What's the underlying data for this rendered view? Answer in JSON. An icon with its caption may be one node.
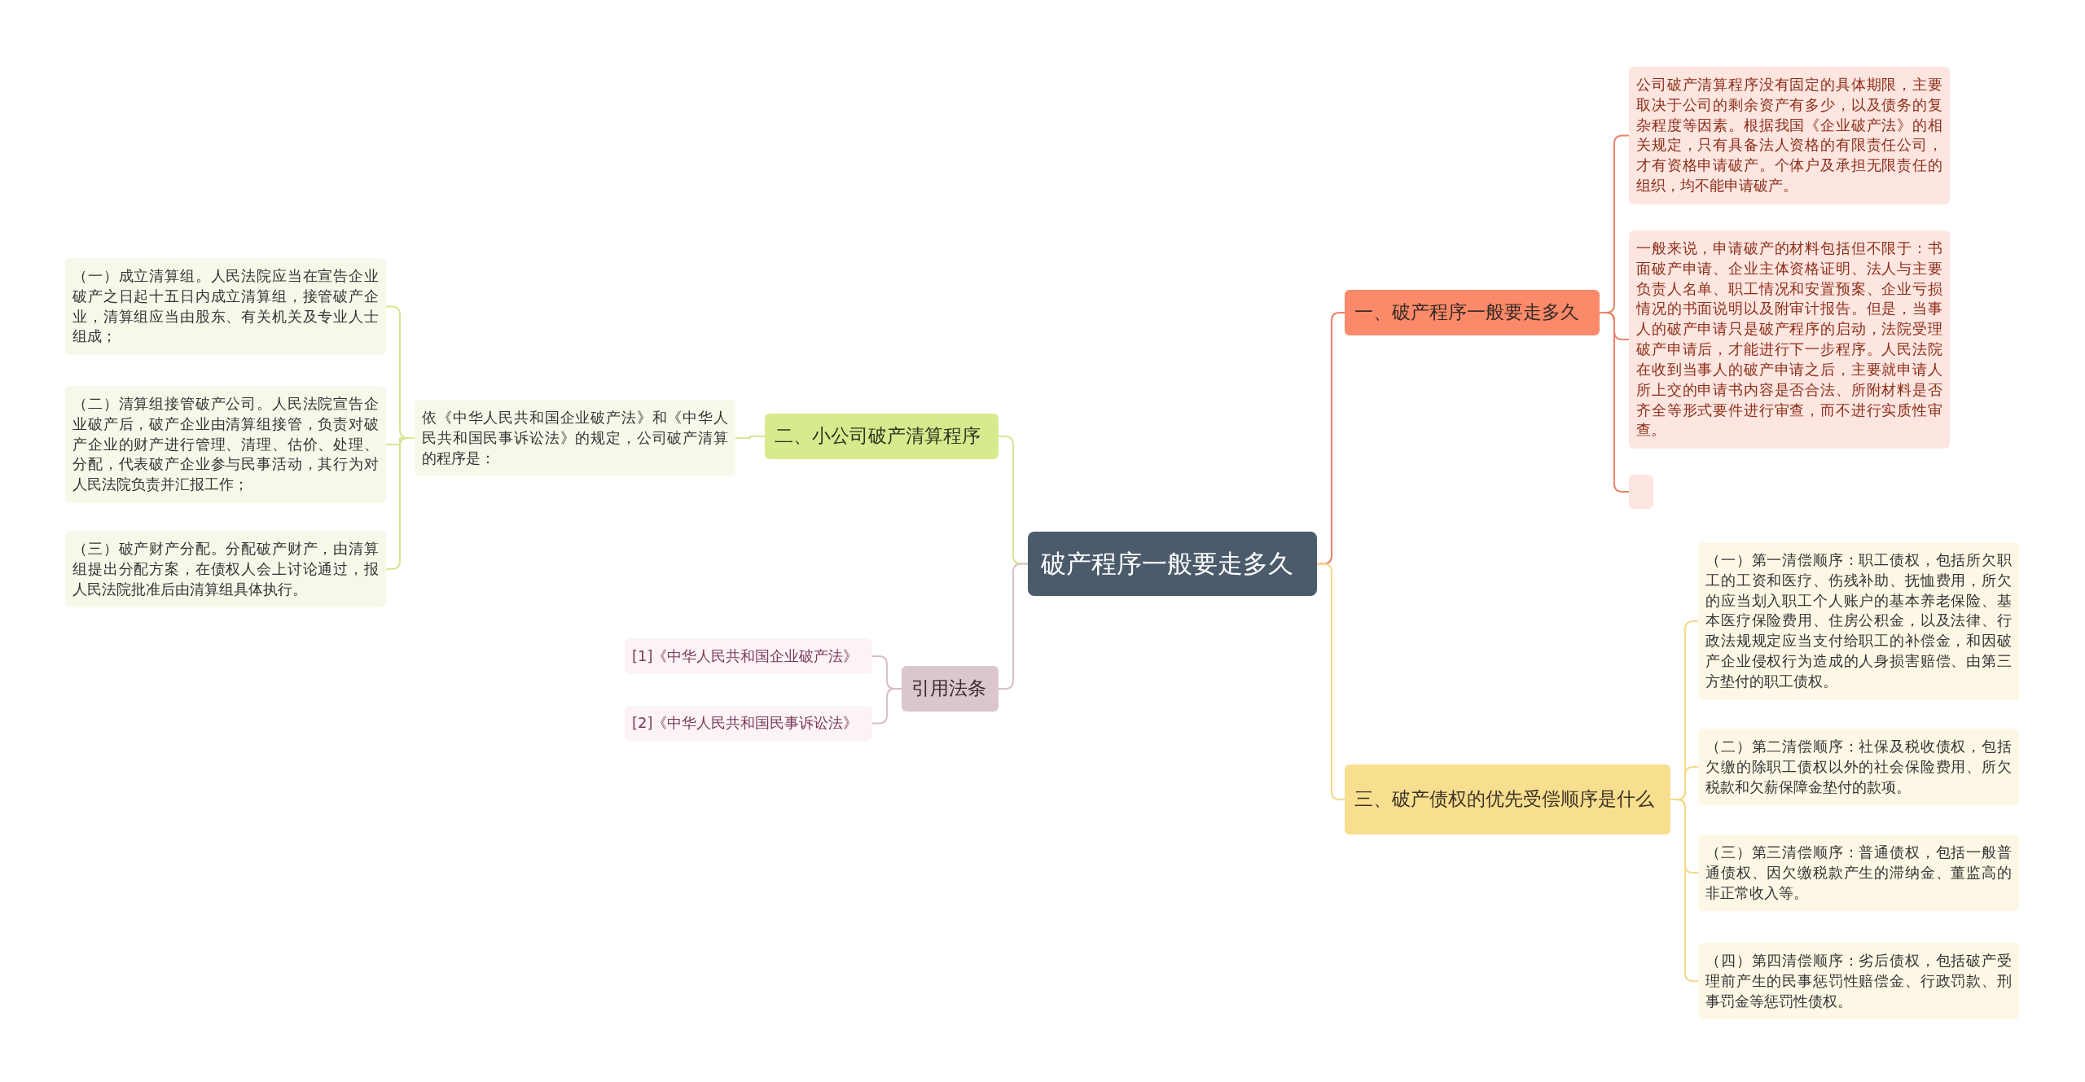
{
  "diagram": {
    "nodes": [
      {
        "text": [
          "破产程序一般要走多久"
        ]
      },
      {
        "text": [
          "一、破产程序一般要走多久"
        ]
      },
      {
        "text": [
          "公司破产清算程序没有固定的具体期限，主要取决于公司的剩余资产有多少，以及债务的复杂程度等因素。根据我国《企业破产法》的相关规定，只有具备法人资格的有限责任公司，才有资格申请破产。个体户及承担无限责任的组织，均不能申请破产。"
        ]
      },
      {
        "text": [
          "一般来说，申请破产的材料包括但不限于：书面破产申请、企业主体资格证明、法人与主要负责人名单、职工情况和安置预案、企业亏损情况的书面说明以及附审计报告。但是，当事人的破产申请只是破产程序的启动，法院受理破产申请后，才能进行下一步程序。人民法院在收到当事人的破产申请之后，主要就申请人所上交的申请书内容是否合法、所附材料是否齐全等形式要件进行审查，而不进行实质性审查。"
        ]
      },
      {
        "text": [],
        "shape": "box"
      },
      {
        "text": [
          "三、破产债权的优先受偿顺序是什么"
        ]
      },
      {
        "text": [
          "（一）第一清偿顺序：职工债权，包括所欠职工的工资和医疗、伤残补助、抚恤费用，所欠的应当划入职工个人账户的基本养老保险、基本医疗保险费用、住房公积金，以及法律、行政法规规定应当支付给职工的补偿金，和因破产企业侵权行为造成的人身损害赔偿、由第三方垫付的职工债权。"
        ]
      },
      {
        "text": [
          "（二）第二清偿顺序：社保及税收债权，包括欠缴的除职工债权以外的社会保险费用、所欠税款和欠薪保障金垫付的款项。"
        ]
      },
      {
        "text": [
          "（三）第三清偿顺序：普通债权，包括一般普通债权、因欠缴税款产生的滞纳金、董监高的非正常收入等。"
        ]
      },
      {
        "text": [
          "（四）第四清偿顺序：劣后债权，包括破产受理前产生的民事惩罚性赔偿金、行政罚款、刑事罚金等惩罚性债权。"
        ]
      },
      {
        "text": [
          "二、小公司破产清算程序"
        ]
      },
      {
        "text": [
          "依《中华人民共和国企业破产法》和《中华人民共和国民事诉讼法》的规定，公司破产清算的程序是："
        ]
      },
      {
        "text": [
          "（一）成立清算组。人民法院应当在宣告企业破产之日起十五日内成立清算组，接管破产企业，清算组应当由股东、有关机关及专业人士组成；"
        ]
      },
      {
        "text": [
          "（二）清算组接管破产公司。人民法院宣告企业破产后，破产企业由清算组接管，负责对破产企业的财产进行管理、清理、估价、处理、分配，代表破产企业参与民事活动，其行为对人民法院负责并汇报工作；"
        ]
      },
      {
        "text": [
          "（三）破产财产分配。分配破产财产，由清算组提出分配方案，在债权人会上讨论通过，报人民法院批准后由清算组具体执行。"
        ]
      },
      {
        "text": [
          "引用法条"
        ]
      },
      {
        "text": [
          "[1]《中华人民共和国企业破产法》"
        ]
      },
      {
        "text": [
          "[2]《中华人民共和国民事诉讼法》"
        ]
      }
    ],
    "edges": [
      {
        "from": 0,
        "to": 1,
        "arrow": "none",
        "color": "#e9836b"
      },
      {
        "from": 1,
        "to": 2,
        "arrow": "none",
        "color": "#e9836b"
      },
      {
        "from": 1,
        "to": 3,
        "arrow": "none",
        "color": "#e9836b"
      },
      {
        "from": 1,
        "to": 4,
        "arrow": "none",
        "color": "#e9836b"
      },
      {
        "from": 0,
        "to": 5,
        "arrow": "none",
        "color": "#f3da8c"
      },
      {
        "from": 5,
        "to": 6,
        "arrow": "none",
        "color": "#f3da8c"
      },
      {
        "from": 5,
        "to": 7,
        "arrow": "none",
        "color": "#f3da8c"
      },
      {
        "from": 5,
        "to": 8,
        "arrow": "none",
        "color": "#f3da8c"
      },
      {
        "from": 5,
        "to": 9,
        "arrow": "none",
        "color": "#f3da8c"
      },
      {
        "from": 0,
        "to": 10,
        "arrow": "none",
        "color": "#d5e695"
      },
      {
        "from": 10,
        "to": 11,
        "arrow": "none",
        "color": "#d5e695"
      },
      {
        "from": 11,
        "to": 12,
        "arrow": "none",
        "color": "#d5e695"
      },
      {
        "from": 11,
        "to": 13,
        "arrow": "none",
        "color": "#d5e695"
      },
      {
        "from": 11,
        "to": 14,
        "arrow": "none",
        "color": "#d5e695"
      },
      {
        "from": 0,
        "to": 15,
        "arrow": "none",
        "color": "#d8bfc8"
      },
      {
        "from": 15,
        "to": 16,
        "arrow": "none",
        "color": "#d8bfc8"
      },
      {
        "from": 15,
        "to": 17,
        "arrow": "none",
        "color": "#d8bfc8"
      }
    ]
  }
}
